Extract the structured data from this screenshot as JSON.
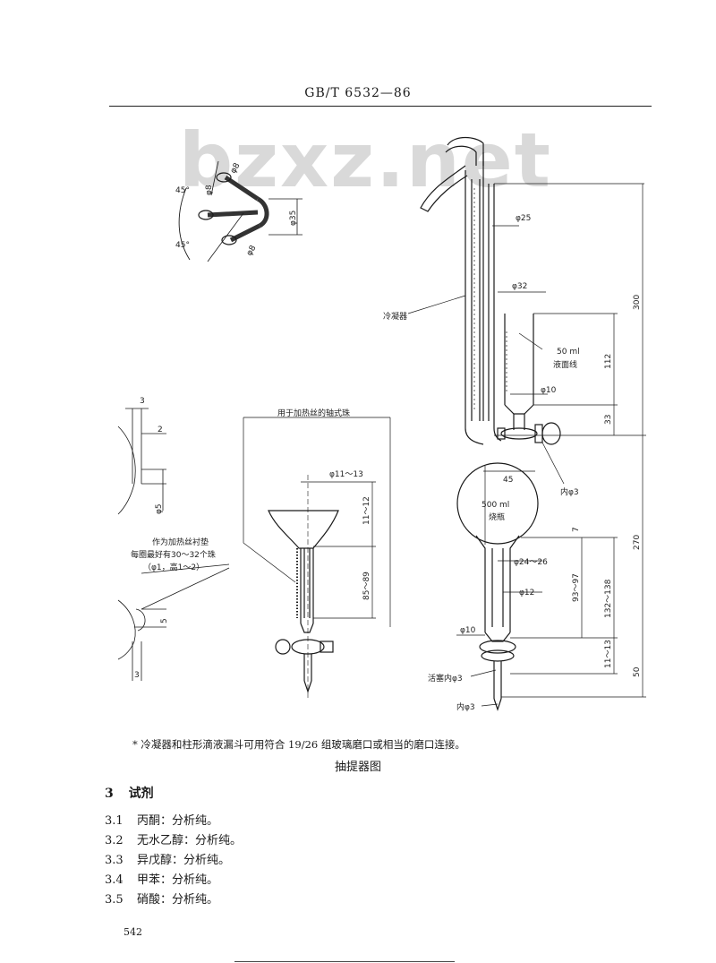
{
  "header": {
    "standard_no": "GB/T  6532—86"
  },
  "watermark": "bzxz.net",
  "figure": {
    "labels": {
      "angle_upper": "45°",
      "angle_lower": "45°",
      "phi8_a": "φ8",
      "phi8_b": "φ8",
      "phi8_c": "φ8",
      "phi35": "φ35",
      "phi25": "φ25",
      "condenser": "冷凝器",
      "phi32": "φ32",
      "dim_300": "300",
      "mark_50ml": "50 ml",
      "liquid_line": "液面线",
      "dim_112": "112",
      "phi10_upper": "φ10",
      "dim_33": "33",
      "heater_bead": "用于加热丝的轴式珠",
      "phi11_13": "φ11～13",
      "dim_11_12": "11～12",
      "dim_45": "45",
      "inner_phi3_upper": "内φ3",
      "flask_volume": "500 ml",
      "flask_name": "烧瓶",
      "dim_7": "7",
      "dim_270": "270",
      "phi24_26": "φ24～26",
      "phi12": "φ12",
      "dim_93_97": "93～97",
      "dim_132_138": "132～138",
      "dim_85_89": "85～89",
      "phi10_lower": "φ10",
      "dim_11_13": "11～13",
      "dim_50": "50",
      "stopcock_inner": "活塞内φ3",
      "inner_phi3_lower": "内φ3",
      "bead_note_1": "作为加热丝衬垫",
      "bead_note_2": "每圈最好有30～32个珠",
      "bead_note_3": "（φ1，高1～2）",
      "det_3_top": "3",
      "det_2": "2",
      "det_phi5": "φ5",
      "det_5": "5",
      "det_3_bottom": "3"
    },
    "footnote": "* 冷凝器和柱形滴液漏斗可用符合 19/26 组玻璃磨口或相当的磨口连接。",
    "caption": "抽提器图"
  },
  "section": {
    "number": "3",
    "title": "试剂"
  },
  "reagents": [
    {
      "num": "3.1",
      "text": "丙酮：分析纯。"
    },
    {
      "num": "3.2",
      "text": "无水乙醇：分析纯。"
    },
    {
      "num": "3.3",
      "text": "异戊醇：分析纯。"
    },
    {
      "num": "3.4",
      "text": "甲苯：分析纯。"
    },
    {
      "num": "3.5",
      "text": "硝酸：分析纯。"
    }
  ],
  "page_number": "542"
}
